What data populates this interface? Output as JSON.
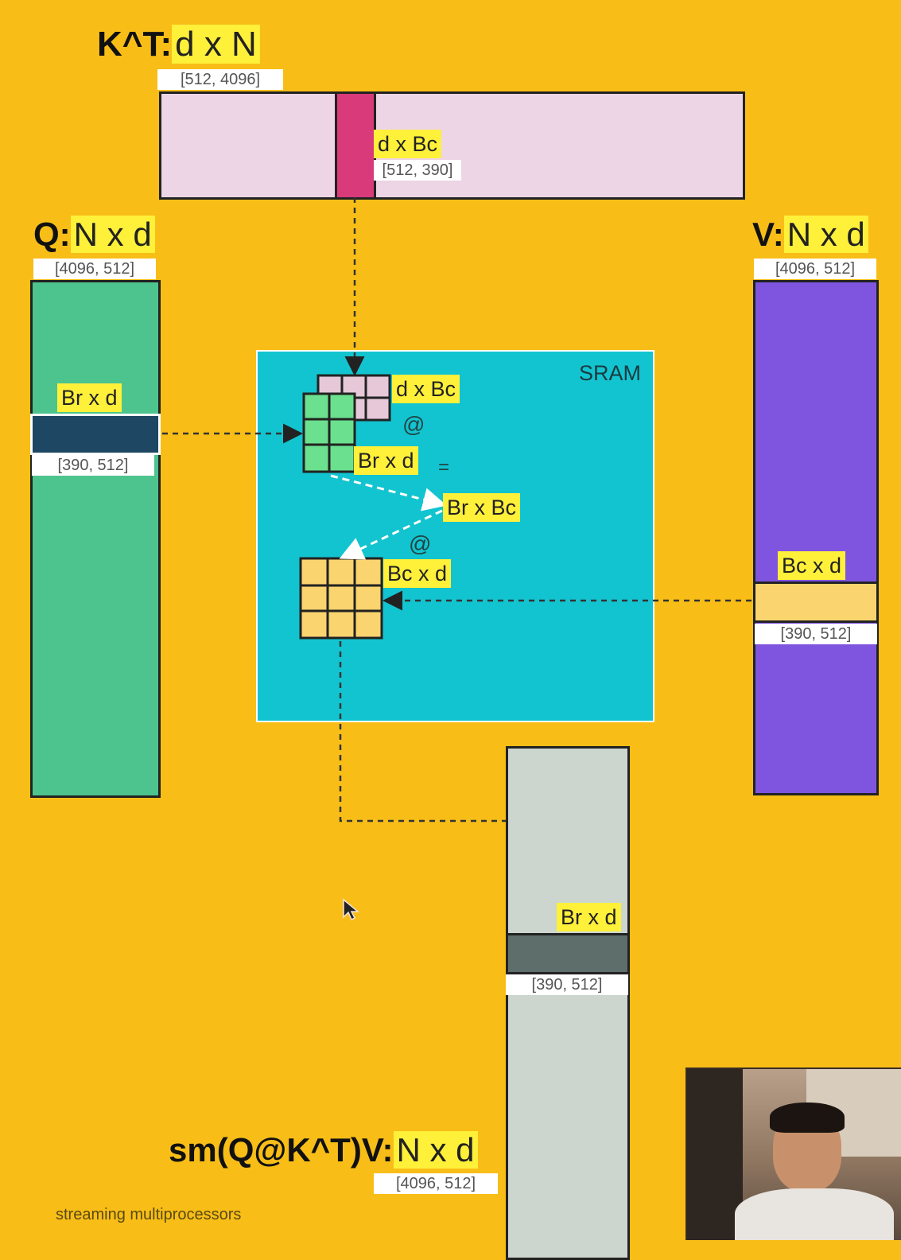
{
  "kt": {
    "key": "K^T:",
    "dims": "d x N",
    "shape": "[512, 4096]",
    "block_label": "d x Bc",
    "block_shape": "[512, 390]"
  },
  "q": {
    "key": "Q:",
    "dims": "N x d",
    "shape": "[4096, 512]",
    "block_label": "Br x d",
    "block_shape": "[390, 512]"
  },
  "v": {
    "key": "V:",
    "dims": "N x d",
    "shape": "[4096, 512]",
    "block_label": "Bc x d",
    "block_shape": "[390, 512]"
  },
  "sram": {
    "title": "SRAM",
    "kt_tile_label": "d x Bc",
    "at1": "@",
    "q_tile_label": "Br x d",
    "equals": "=",
    "score_label": "Br x Bc",
    "at2": "@",
    "v_tile_label": "Bc x d"
  },
  "out": {
    "key": "sm(Q@K^T)V:",
    "dims": "N x d",
    "shape": "[4096, 512]",
    "block_label": "Br x d",
    "block_shape": "[390, 512]"
  },
  "footer": {
    "caption": "streaming multiprocessors"
  },
  "colors": {
    "background": "#F8BE17",
    "kt_matrix": "#EDD5E5",
    "kt_block": "#D83A7A",
    "q_matrix": "#4DC48D",
    "q_block": "#1D4763",
    "v_matrix": "#7F55E0",
    "v_block": "#FAD46E",
    "out_matrix": "#CDD5CF",
    "out_block": "#5E6E6A",
    "sram": "#12C4CF",
    "highlight": "#FFF03A"
  }
}
